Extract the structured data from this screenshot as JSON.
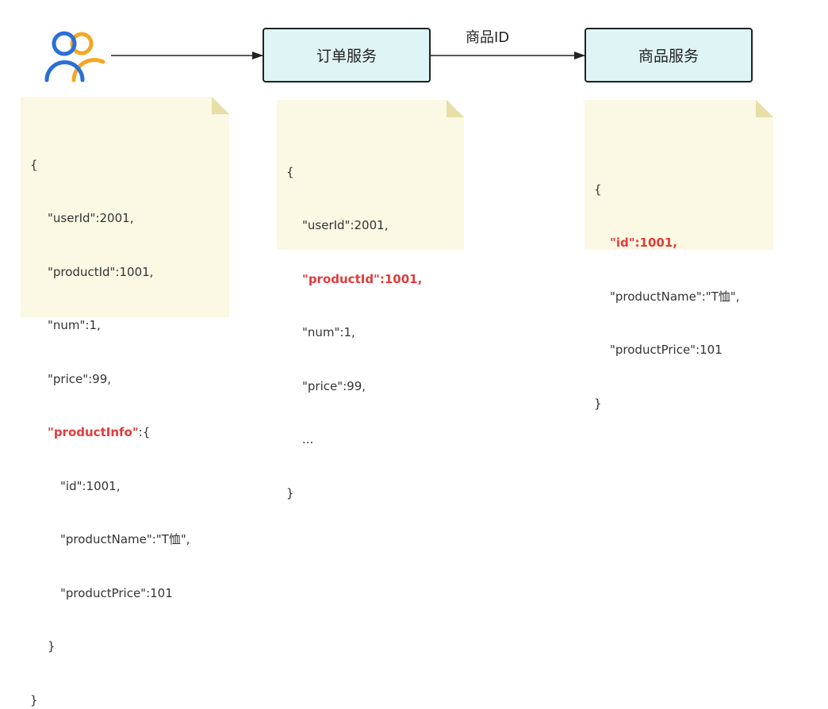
{
  "nodes": {
    "order_service": "订单服务",
    "product_service": "商品服务"
  },
  "edge_label": "商品ID",
  "colors": {
    "box_fill": "#dff5f5",
    "note_fill": "#fbf8e4",
    "highlight": "#e23b3b",
    "user_icon_blue": "#2a6fd6",
    "user_icon_orange": "#f5a623"
  },
  "notes": {
    "left": {
      "open": "{",
      "l1": "\"userId\":2001,",
      "l2": "\"productId\":1001,",
      "l3": "\"num\":1,",
      "l4": "\"price\":99,",
      "l5_key": "\"productInfo\"",
      "l5_rest": ":{",
      "l6": "\"id\":1001,",
      "l7": "\"productName\":\"T恤\",",
      "l8": "\"productPrice\":101",
      "l9": "}",
      "close": "}"
    },
    "middle": {
      "open": "{",
      "l1": "\"userId\":2001,",
      "l2": "\"productId\":1001,",
      "l3": "\"num\":1,",
      "l4": "\"price\":99,",
      "l5": "...",
      "close": "}"
    },
    "right": {
      "open": "{",
      "l1": "\"id\":1001,",
      "l2": "\"productName\":\"T恤\",",
      "l3": "\"productPrice\":101",
      "close": "}"
    }
  }
}
